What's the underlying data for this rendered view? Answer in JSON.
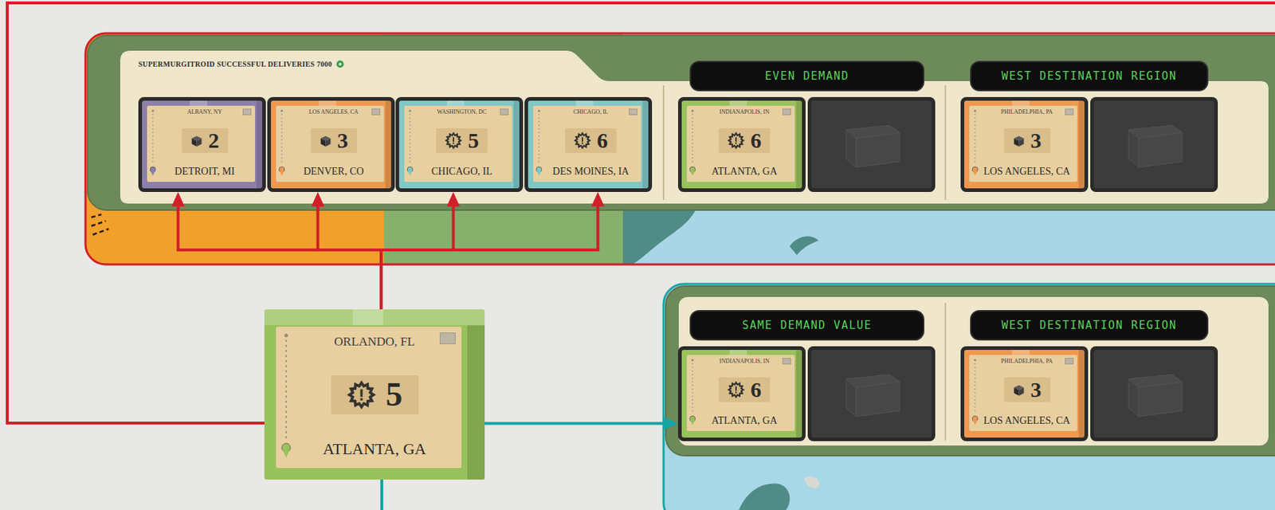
{
  "diagram": {
    "nodes": [
      {
        "text": [
          "SUPERMURGITROID SUCCESSFUL DELIVERIES 7000"
        ]
      },
      {
        "text": [
          "ALBANY, NY",
          "2",
          "DETROIT, MI"
        ],
        "in": 0
      },
      {
        "text": [
          "LOS ANGELES, CA",
          "3",
          "DENVER, CO"
        ],
        "in": 0
      },
      {
        "text": [
          "WASHINGTON, DC",
          "5",
          "CHICAGO, IL"
        ],
        "in": 0
      },
      {
        "text": [
          "CHICAGO, IL",
          "6",
          "DES MOINES, IA"
        ],
        "in": 0
      },
      {
        "text": [
          "EVEN DEMAND"
        ],
        "in": 0
      },
      {
        "text": [
          "INDIANAPOLIS, IN",
          "6",
          "ATLANTA, GA"
        ],
        "in": 5
      },
      {
        "text": [
          "WEST DESTINATION REGION"
        ],
        "in": 0
      },
      {
        "text": [
          "PHILADELPHIA, PA",
          "3",
          "LOS ANGELES, CA"
        ],
        "in": 7
      },
      {
        "text": [
          "ORLANDO, FL",
          "5",
          "ATLANTA, GA"
        ]
      },
      {
        "text": [
          "SAME DEMAND VALUE"
        ]
      },
      {
        "text": [
          "INDIANAPOLIS, IN",
          "6",
          "ATLANTA, GA"
        ],
        "in": 10
      },
      {
        "text": [
          "WEST DESTINATION REGION"
        ]
      },
      {
        "text": [
          "PHILADELPHIA, PA",
          "3",
          "LOS ANGELES, CA"
        ],
        "in": 12
      }
    ],
    "edges": [
      {
        "from": 9,
        "to": 1,
        "arrow": "to"
      },
      {
        "from": 9,
        "to": 2,
        "arrow": "to"
      },
      {
        "from": 9,
        "to": 3,
        "arrow": "to"
      },
      {
        "from": 9,
        "to": 4,
        "arrow": "to"
      },
      {
        "from": 9,
        "to": 11,
        "arrow": "to"
      }
    ]
  }
}
